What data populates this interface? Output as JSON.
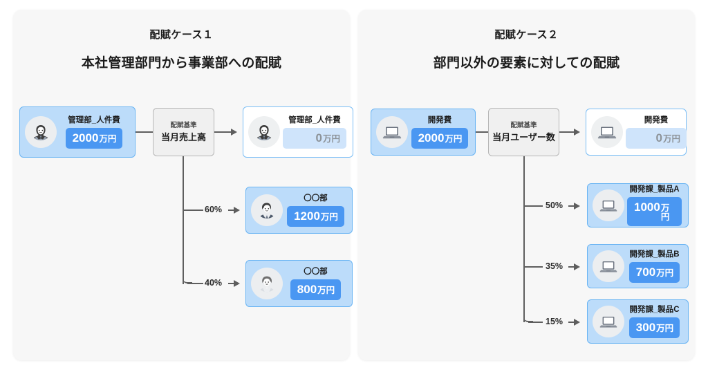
{
  "panels": [
    {
      "id": "case1",
      "title_small": "配賦ケース１",
      "title_large": "本社管理部門から事業部への配賦",
      "source": {
        "label": "管理部_人件費",
        "amount_num": "2000",
        "amount_unit": "万円",
        "icon": "avatar-woman-icon"
      },
      "criteria": {
        "label": "配賦基準",
        "value": "当月売上高"
      },
      "result_top": {
        "label": "管理部_人件費",
        "amount_num": "0",
        "amount_unit": "万円",
        "icon": "avatar-woman-icon"
      },
      "branches": [
        {
          "percent": "60%",
          "label": "〇〇部",
          "amount_num": "1200",
          "amount_unit": "万円",
          "icon": "avatar-man-icon"
        },
        {
          "percent": "40%",
          "label": "〇〇部",
          "amount_num": "800",
          "amount_unit": "万円",
          "icon": "avatar-woman2-icon"
        }
      ]
    },
    {
      "id": "case2",
      "title_small": "配賦ケース２",
      "title_large": "部門以外の要素に対しての配賦",
      "source": {
        "label": "開発費",
        "amount_num": "2000",
        "amount_unit": "万円",
        "icon": "laptop-icon"
      },
      "criteria": {
        "label": "配賦基準",
        "value": "当月ユーザー数"
      },
      "result_top": {
        "label": "開発費",
        "amount_num": "0",
        "amount_unit": "万円",
        "icon": "laptop-icon"
      },
      "branches": [
        {
          "percent": "50%",
          "label": "開発課_製品A",
          "amount_num": "1000",
          "amount_unit": "万円",
          "icon": "laptop-icon"
        },
        {
          "percent": "35%",
          "label": "開発課_製品B",
          "amount_num": "700",
          "amount_unit": "万円",
          "icon": "laptop-icon"
        },
        {
          "percent": "15%",
          "label": "開発課_製品C",
          "amount_num": "300",
          "amount_unit": "万円",
          "icon": "laptop-icon"
        }
      ]
    }
  ],
  "colors": {
    "card_filled_bg": "#bcdcfa",
    "card_filled_border": "#69b4f3",
    "card_empty_bg": "#ffffff",
    "card_empty_border": "#79bdf5",
    "amount_blue": "#4a97f2",
    "amount_pale": "#cfe4fb",
    "criteria_bg": "#f0f0f0",
    "criteria_border": "#b6b6b6",
    "connector": "#5e5e5e",
    "panel_bg": "#f7f7f7",
    "page_bg": "#ffffff"
  }
}
